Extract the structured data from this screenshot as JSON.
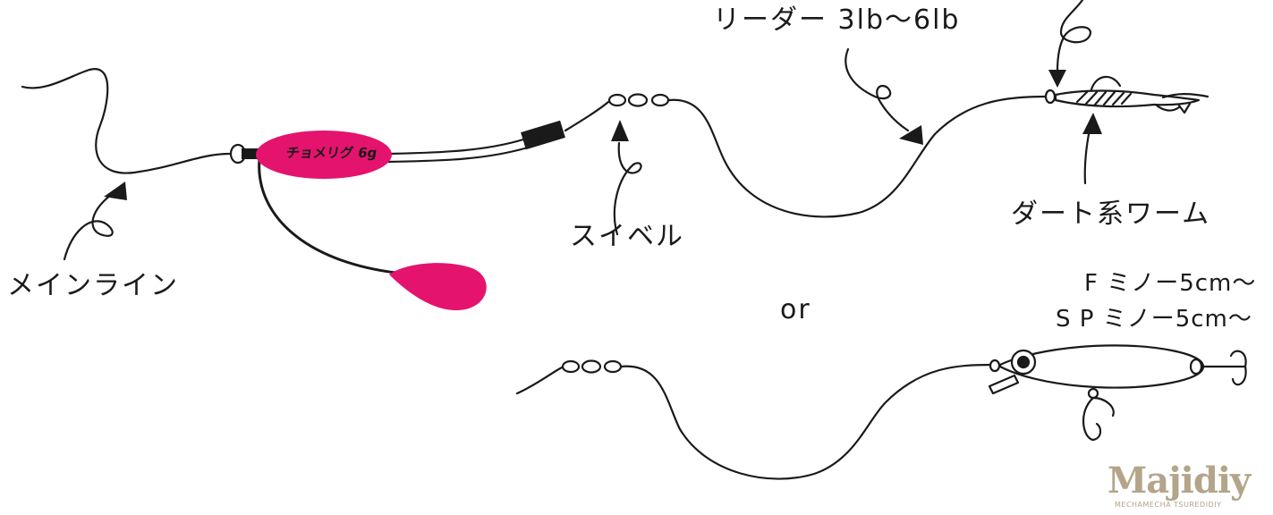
{
  "labels": {
    "main_line": "メインライン",
    "swivel": "スイベル",
    "leader": "リーダー 3lb〜6lb",
    "dart_worm": "ダート系ワーム",
    "or": "or",
    "f_minnow": "F ミノー5cm〜",
    "sp_minnow": "S P ミノー5cm〜"
  },
  "sinker": {
    "label": "チョメリグ 6g",
    "color": "#e4136e"
  },
  "logo": {
    "name": "Majidiy",
    "tagline": "MECHAMECHA TSUREDIDIY"
  },
  "colors": {
    "line": "#1a1a1a",
    "accent": "#e4136e",
    "logo": "#b3a48a"
  }
}
